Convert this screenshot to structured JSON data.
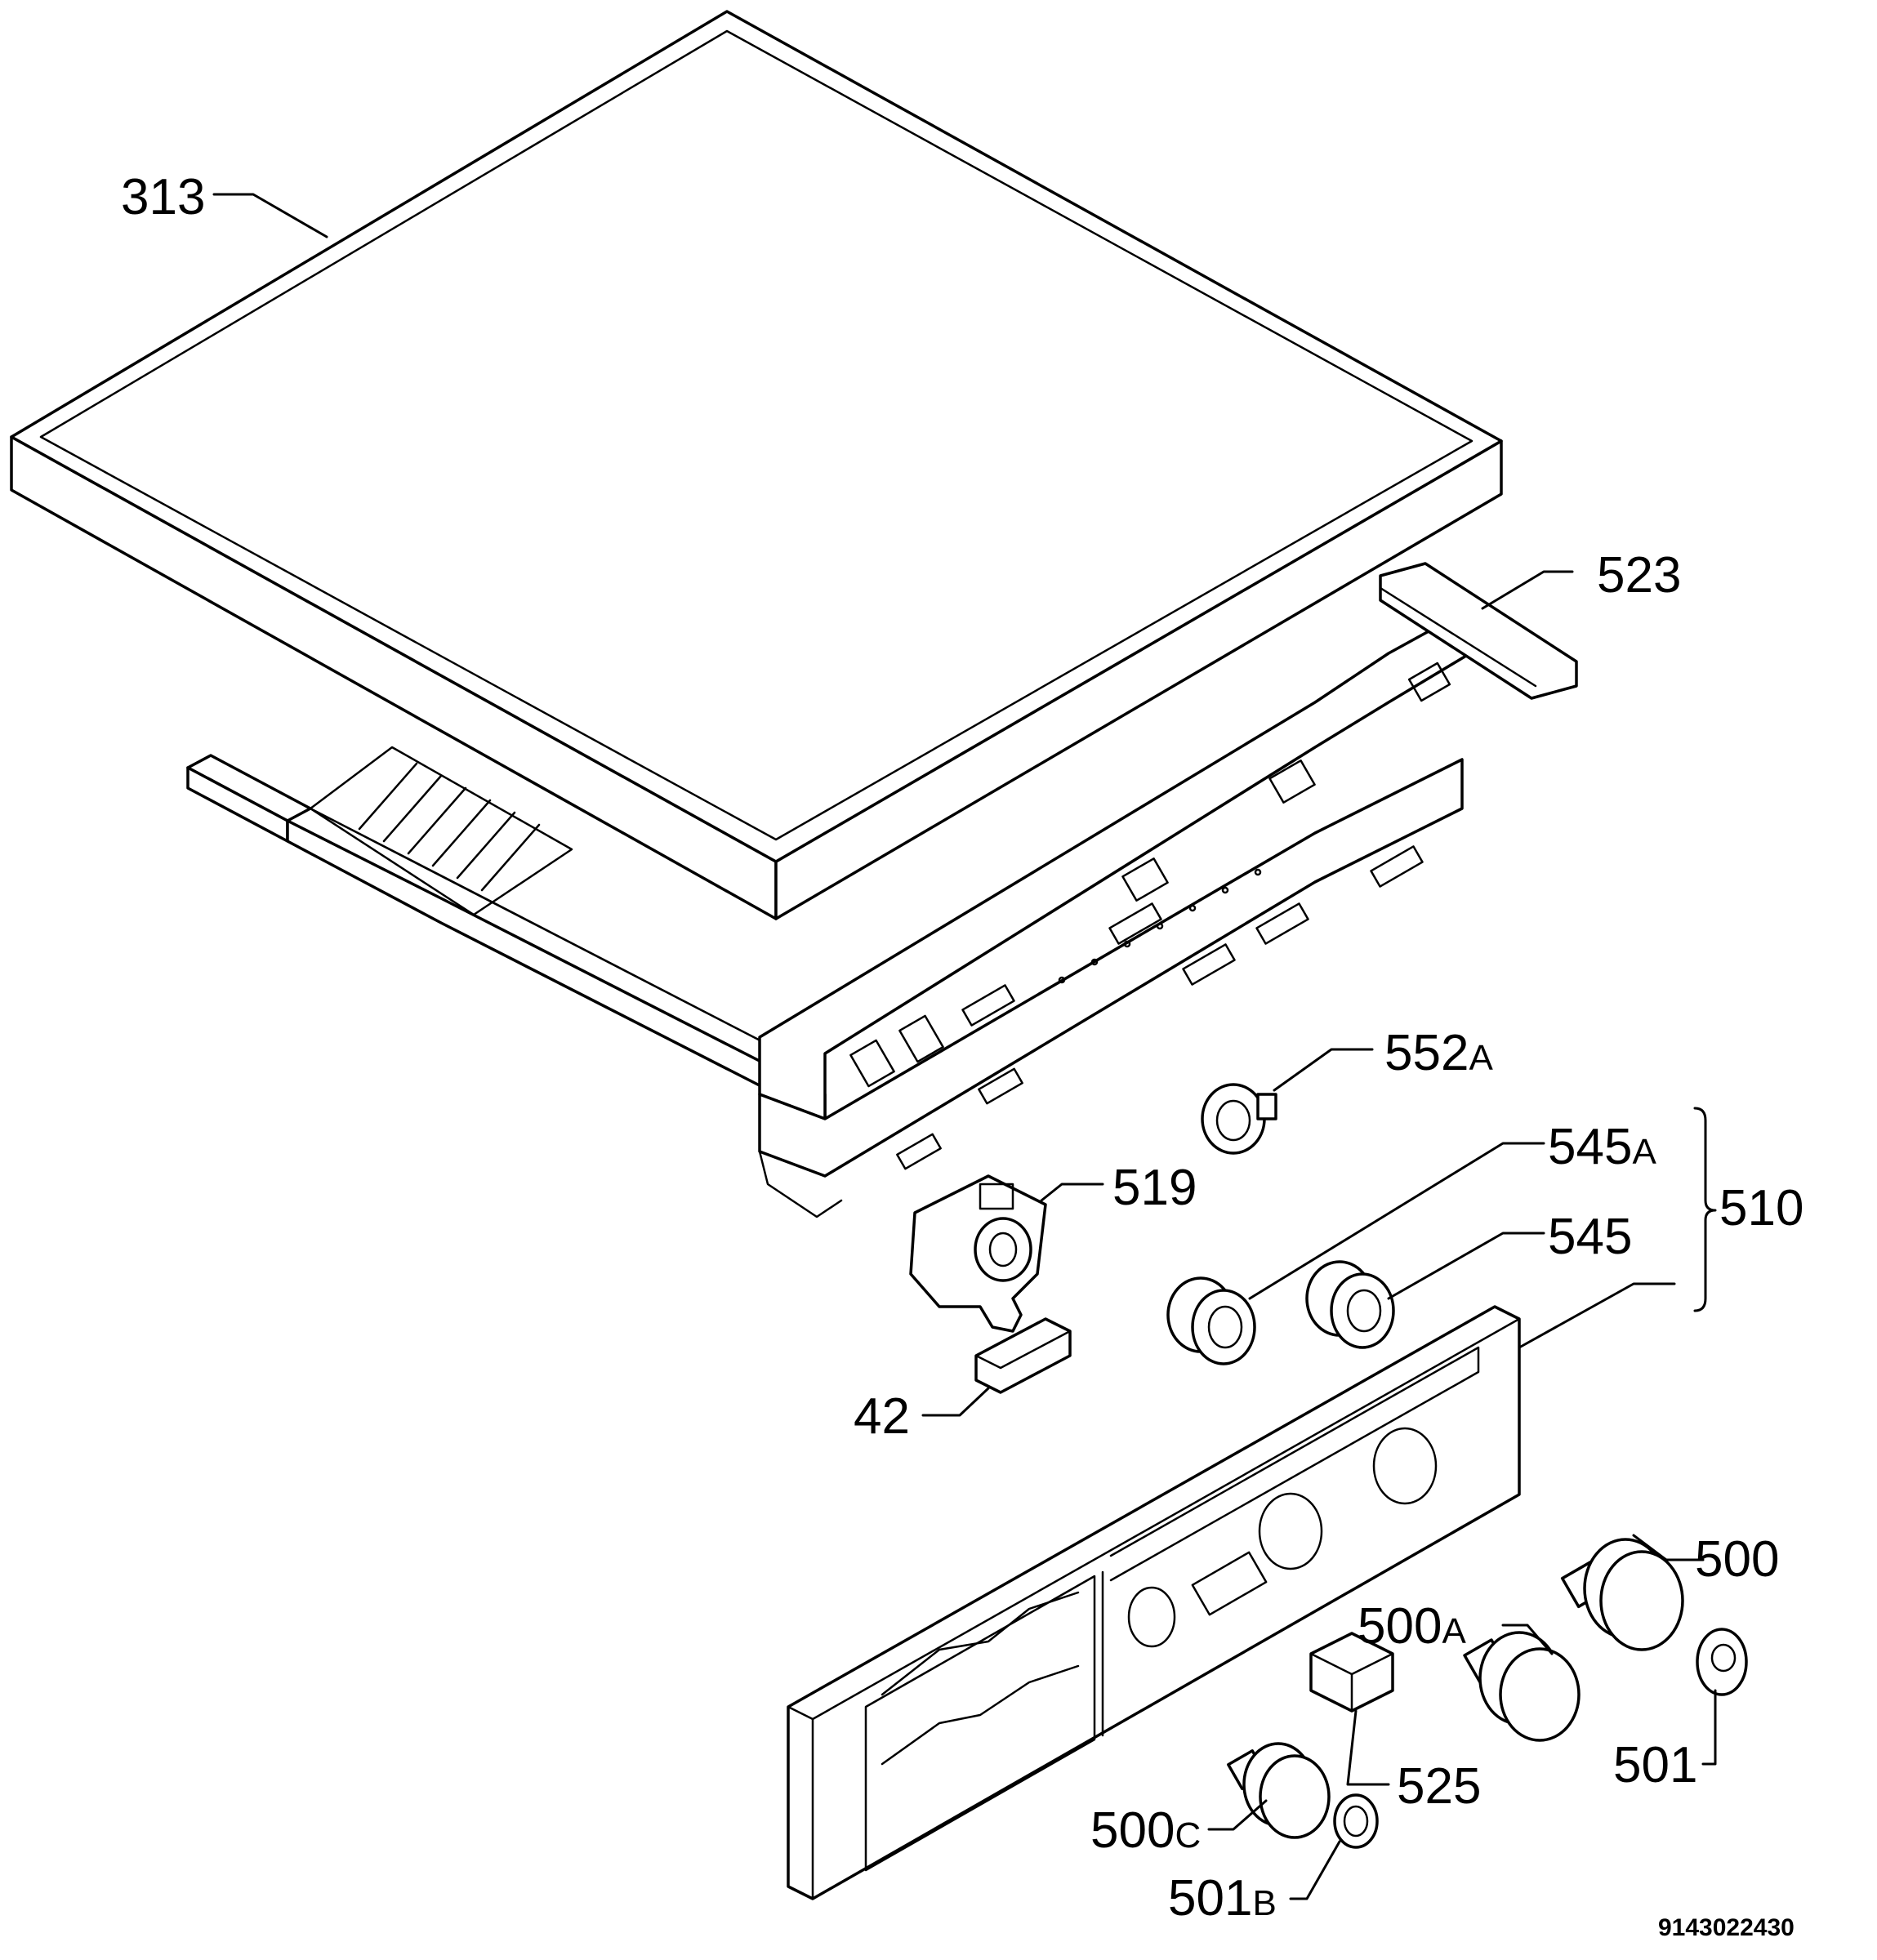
{
  "document_code": "9143022430",
  "callouts": {
    "p313": {
      "number": "313",
      "suffix": ""
    },
    "p523": {
      "number": "523",
      "suffix": ""
    },
    "p552a": {
      "number": "552",
      "suffix": "A"
    },
    "p545a": {
      "number": "545",
      "suffix": "A"
    },
    "p519": {
      "number": "519",
      "suffix": ""
    },
    "p510": {
      "number": "510",
      "suffix": ""
    },
    "p545": {
      "number": "545",
      "suffix": ""
    },
    "p42": {
      "number": "42",
      "suffix": ""
    },
    "p500": {
      "number": "500",
      "suffix": ""
    },
    "p500a": {
      "number": "500",
      "suffix": "A"
    },
    "p501": {
      "number": "501",
      "suffix": ""
    },
    "p525": {
      "number": "525",
      "suffix": ""
    },
    "p500c": {
      "number": "500",
      "suffix": "C"
    },
    "p501b": {
      "number": "501",
      "suffix": "B"
    }
  },
  "colors": {
    "line": "#000000",
    "background": "#ffffff"
  }
}
